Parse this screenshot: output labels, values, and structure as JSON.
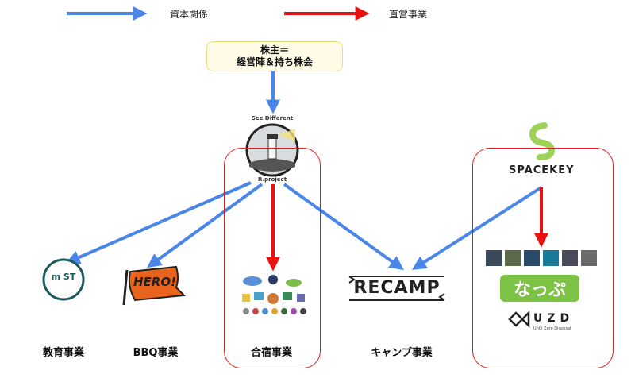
{
  "legend": {
    "capital_label": "資本関係",
    "direct_label": "直営事業",
    "capital_color": "#4a86e8",
    "direct_color": "#e81010"
  },
  "shareholders": {
    "line1": "株主＝",
    "line2": "経営陣＆持ち株会"
  },
  "rproject": {
    "top_caption": "See Different",
    "bottom_caption": "R.project"
  },
  "spacekey": {
    "name": "SPACEKEY"
  },
  "logos": {
    "mst": "m ST",
    "hero": "HERO!",
    "recamp": "RECAMP",
    "nappu": "なっぷ",
    "uzd": "UZD",
    "uzd_sub": "Until Zero Disposal"
  },
  "businesses": {
    "education": "教育事業",
    "bbq": "BBQ事業",
    "camp_lodging": "合宿事業",
    "camping": "キャンプ事業"
  }
}
